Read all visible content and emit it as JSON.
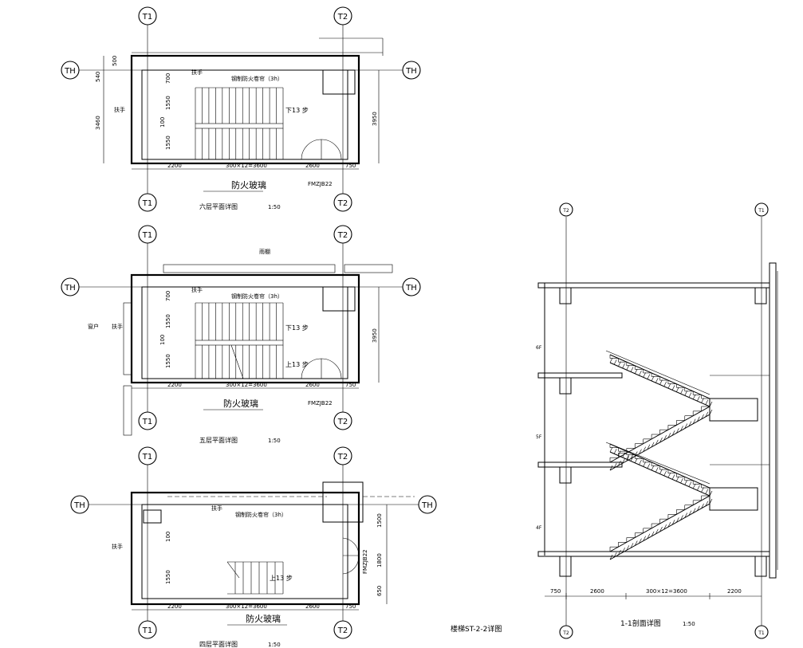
{
  "axes": {
    "t1": "T1",
    "t2": "T2",
    "th": "TH",
    "s_t2": "T2",
    "s_t1": "T1"
  },
  "plan6": {
    "title": "六层平面详图",
    "scale": "1:50",
    "fire_glass": "防火玻璃",
    "door_tag": "FMZJB22",
    "handrail": "扶手",
    "hanging": "钢制防火卷帘（3h）",
    "step_down": "下13 步",
    "dims_bottom": [
      "2200",
      "300×12=3600",
      "2600",
      "750"
    ],
    "dims_left": [
      "500",
      "540",
      "3460"
    ],
    "dims_inner": [
      "700",
      "1550",
      "100",
      "1550"
    ],
    "dim_right": "3950"
  },
  "plan5": {
    "title": "五层平面详图",
    "scale": "1:50",
    "fire_glass": "防火玻璃",
    "door_tag": "FMZJB22",
    "handrail": "扶手",
    "hanging": "钢制防火卷帘（3h）",
    "step_down": "下13 步",
    "step_up": "上13 步",
    "top_label": "雨棚",
    "left_label": "窗户",
    "dims_bottom": [
      "2200",
      "300×12=3600",
      "2600",
      "750"
    ],
    "dims_inner": [
      "700",
      "1550",
      "100",
      "1550"
    ],
    "dim_right": "3950"
  },
  "plan4": {
    "title": "四层平面详图",
    "scale": "1:50",
    "fire_glass": "防火玻璃",
    "door_tag": "FMZJB22",
    "handrail": "扶手",
    "hanging": "钢制防火卷帘（3h）",
    "step_up": "上13 步",
    "dims_bottom": [
      "2200",
      "300×12=3600",
      "2600",
      "750"
    ],
    "dims_inner": [
      "100",
      "1550"
    ],
    "dims_right": [
      "1500",
      "1800",
      "650"
    ]
  },
  "section": {
    "title": "1-1剖面详图",
    "scale": "1:50",
    "caption_left": "楼梯ST-2-2详图",
    "dims_bottom": [
      "750",
      "2600",
      "300×12=3600",
      "2200"
    ],
    "floors": [
      "6F",
      "5F",
      "4F"
    ]
  }
}
